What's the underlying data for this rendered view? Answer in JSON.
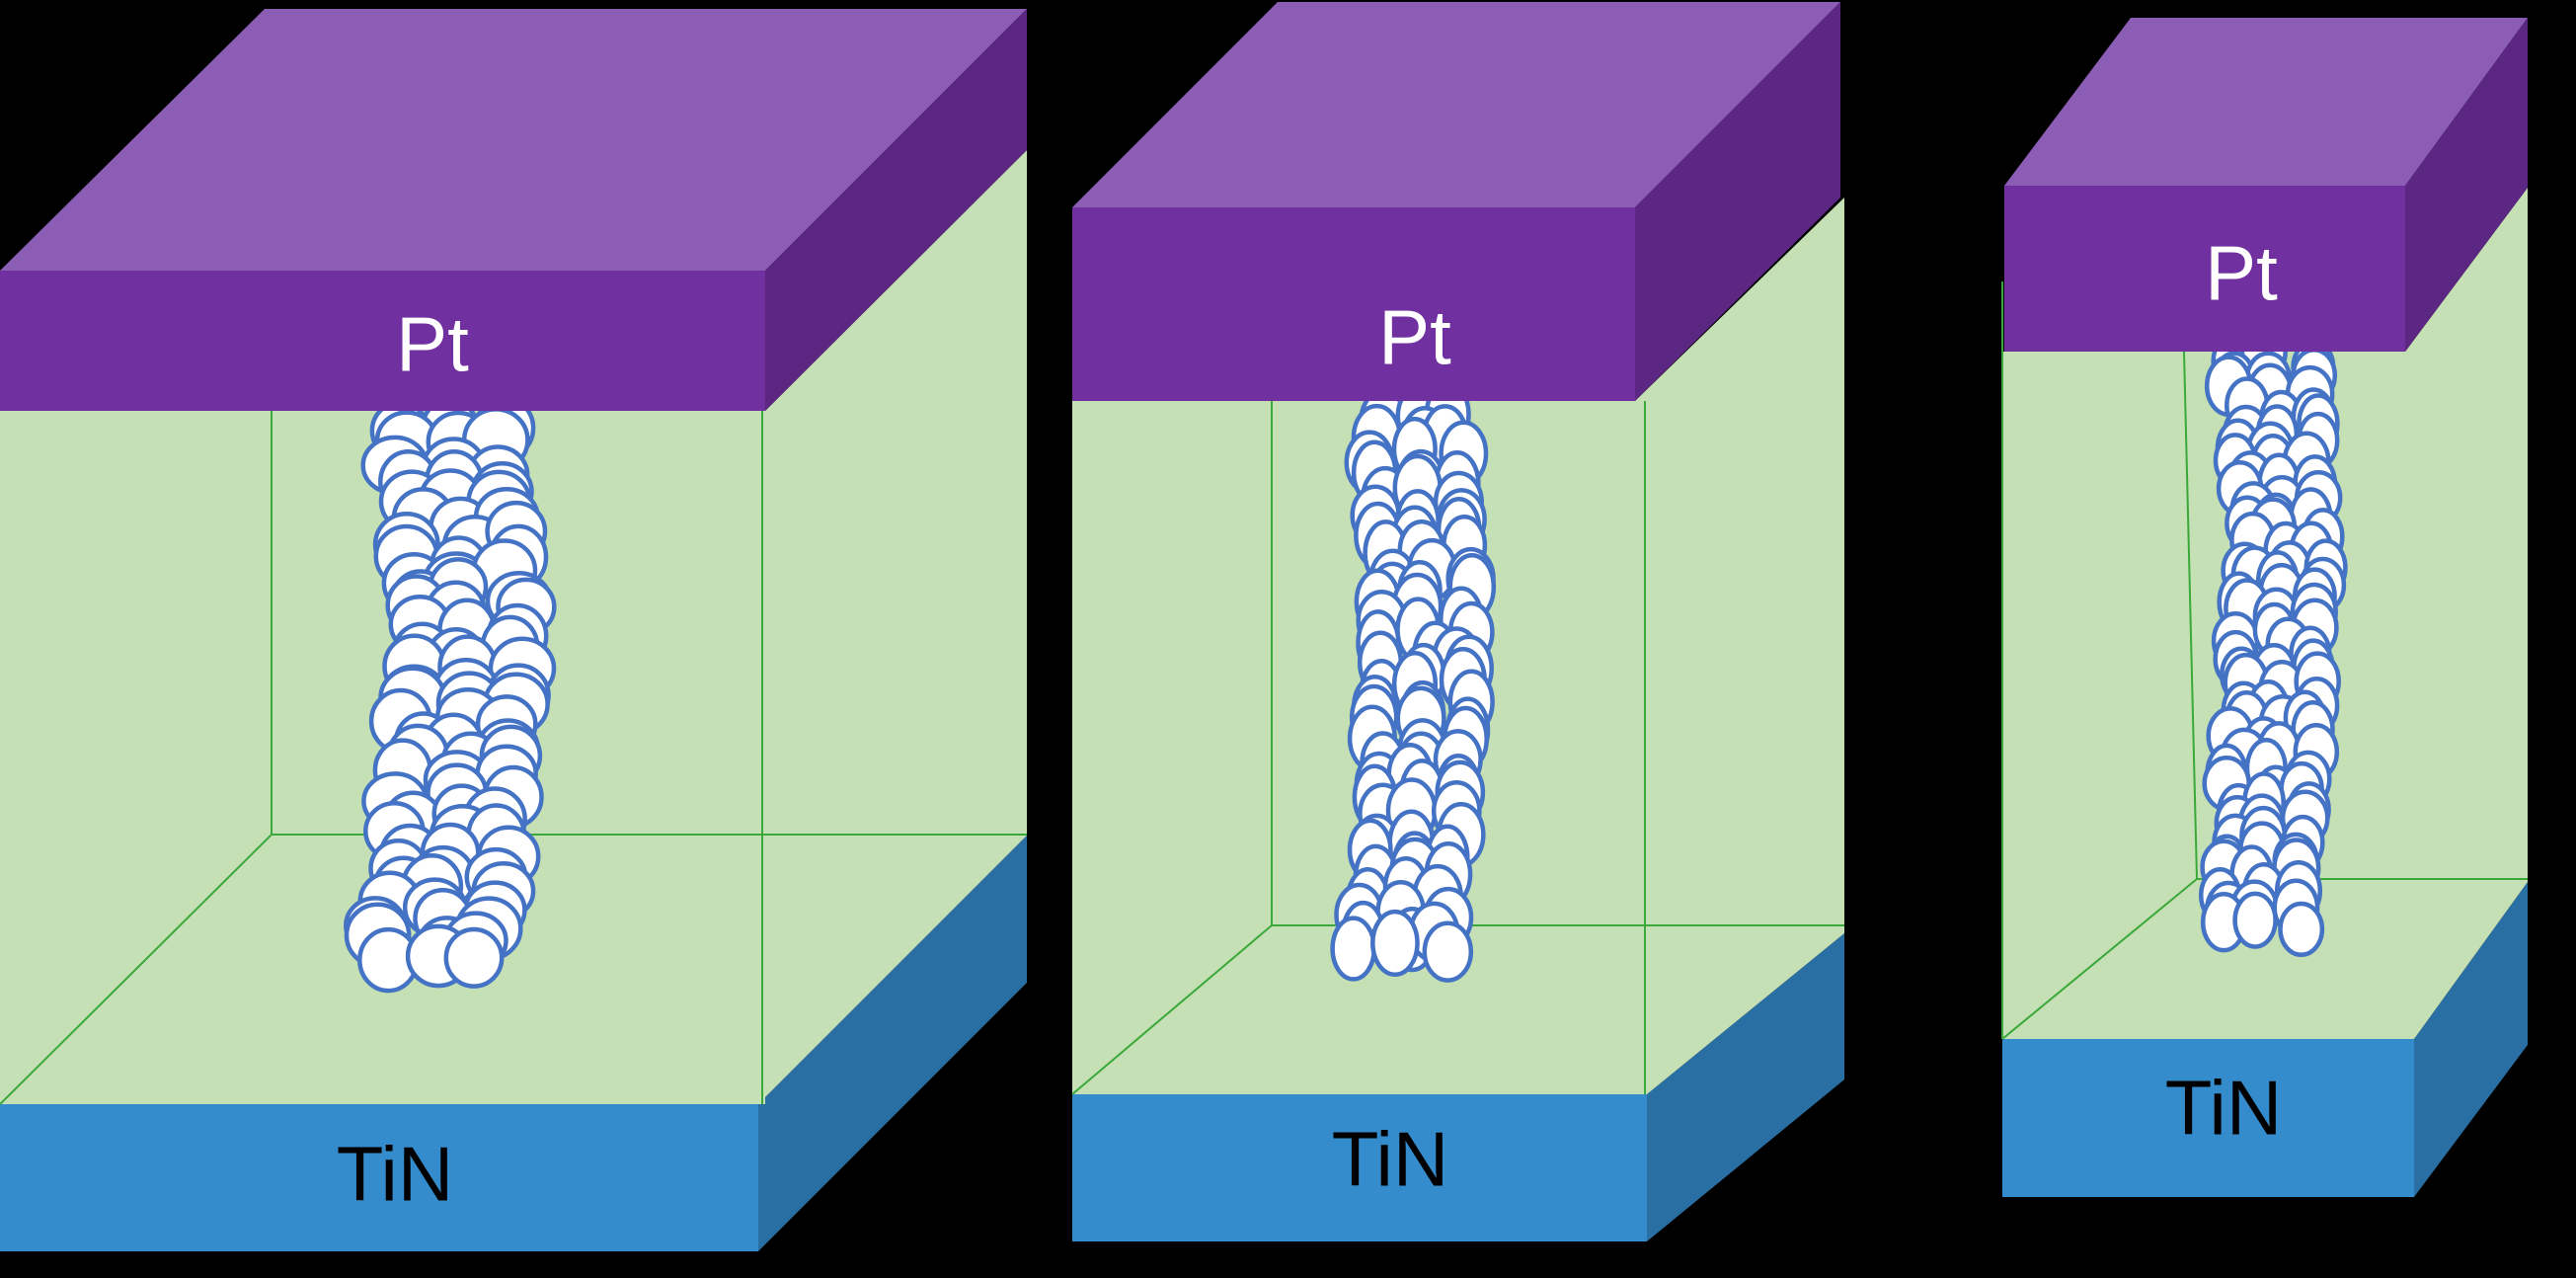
{
  "cells": [
    {
      "id": "device-1",
      "top_electrode": "Pt",
      "bottom_electrode": "TiN"
    },
    {
      "id": "device-2",
      "top_electrode": "Pt",
      "bottom_electrode": "TiN"
    },
    {
      "id": "device-3",
      "top_electrode": "Pt",
      "bottom_electrode": "TiN"
    }
  ],
  "colors": {
    "background": "#000000",
    "pt_front": "#7030a0",
    "pt_top": "#8c5db5",
    "pt_side": "#5b2782",
    "oxide": "#c5e0b4",
    "oxide_edge": "#3aa83a",
    "tin_front": "#358ccd",
    "tin_side": "#2a6fa3",
    "vacancy_fill": "#ffffff",
    "vacancy_stroke": "#4472c4"
  }
}
